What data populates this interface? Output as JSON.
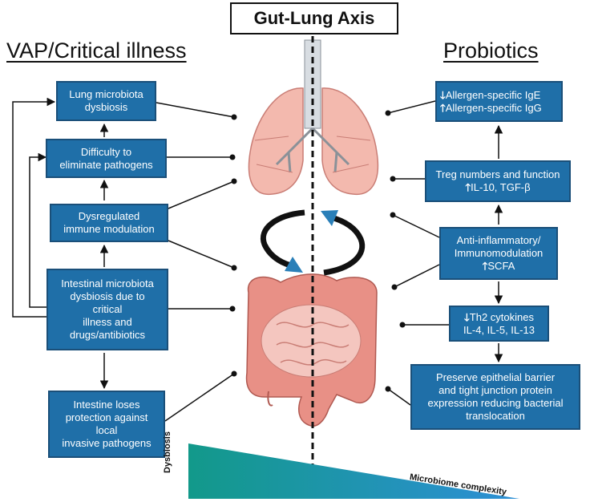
{
  "title": "Gut-Lung Axis",
  "left_heading": "VAP/Critical illness",
  "right_heading": "Probiotics",
  "left_boxes": {
    "lung_microbiota": [
      "Lung microbiota",
      "dysbiosis"
    ],
    "difficulty": [
      "Difficulty to",
      "eliminate pathogens"
    ],
    "dysregulated": [
      "Dysregulated",
      "immune modulation"
    ],
    "intestinal": [
      "Intestinal microbiota",
      "dysbiosis due to",
      "critical",
      "illness and",
      "drugs/antibiotics"
    ],
    "intestine_loses": [
      "Intestine loses",
      "protection against",
      "local",
      "invasive pathogens"
    ]
  },
  "right_boxes": {
    "ige_igg": {
      "line1": "Allergen-specific IgE",
      "line2": "Allergen-specific IgG"
    },
    "treg": {
      "line1": "Treg numbers and function",
      "line2": "IL-10, TGF-β"
    },
    "anti_inflammatory": {
      "line1": "Anti-inflammatory/",
      "line2": "Immunomodulation",
      "line3": "SCFA"
    },
    "th2": {
      "line1": "Th2 cytokines",
      "line2": "IL-4, IL-5, IL-13"
    },
    "preserve": [
      "Preserve epithelial barrier",
      "and tight junction protein",
      "expression reducing bacterial",
      "translocation"
    ]
  },
  "arrow_symbols": {
    "up": "🡑",
    "down": "🡓"
  },
  "gradient": {
    "left_label": "Dysbiosis",
    "right_label": "Microbiome complexity"
  },
  "colors": {
    "box_fill": "#1f6fa8",
    "box_border": "#1a4f79",
    "gradient_start": "#12998a",
    "gradient_end": "#2d8fd6",
    "cycle_arrow": "#2a7fb8"
  }
}
